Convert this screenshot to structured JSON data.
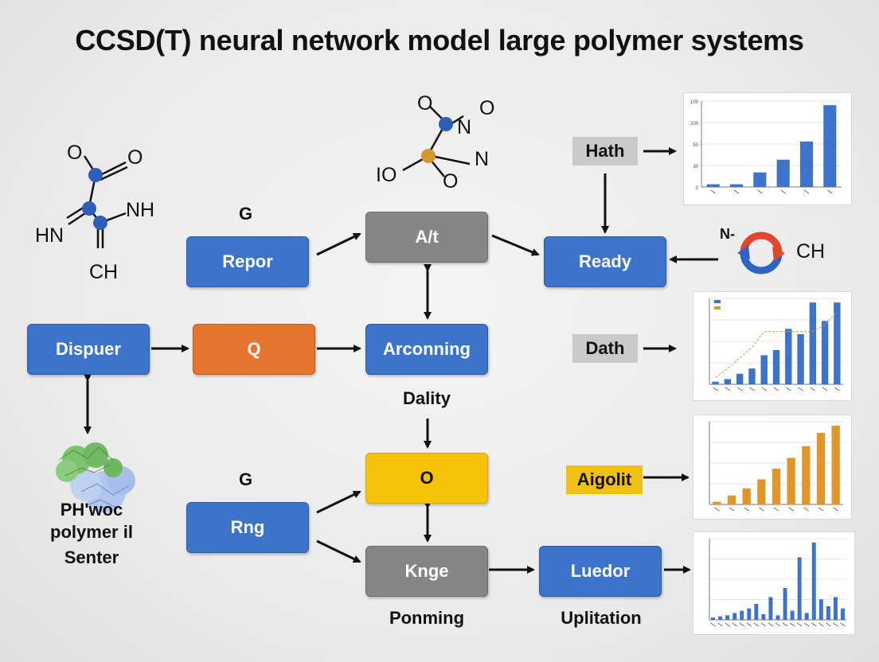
{
  "title": "CCSD(T) neural network model large polymer systems",
  "nodes": {
    "repor": "Repor",
    "at": "A/t",
    "ready": "Ready",
    "dispuer": "Dispuer",
    "q": "Q",
    "arconning": "Arconning",
    "o": "O",
    "rng": "Rng",
    "knge": "Knge",
    "luedor": "Luedor"
  },
  "tags": {
    "hath": "Hath",
    "dath": "Dath",
    "aigolit": "Aigolit"
  },
  "labels": {
    "dality": "Dality",
    "ponming": "Ponming",
    "uplitation": "Uplitation",
    "g_top": "G",
    "g_bottom": "G",
    "polymer_l1": "PH'woc",
    "polymer_l2": "polymer il",
    "polymer_l3": "Senter"
  },
  "molecule_left": {
    "o1": "O",
    "o2": "O",
    "nh": "NH",
    "hn": "HN",
    "ii": "II",
    "ch": "CH"
  },
  "molecule_top": {
    "o1": "O",
    "n1": "N",
    "o2": "O",
    "io": "IO",
    "n2": "N",
    "o3": "O"
  },
  "cycle": {
    "n": "N-",
    "ch": "CH"
  },
  "colors": {
    "blue": "#3d73c9",
    "gray": "#868686",
    "orange": "#e4742e",
    "yellow": "#f7c30a"
  },
  "chart_data": [
    {
      "type": "bar",
      "yticks": [
        "100",
        "200",
        "50",
        "30",
        "0"
      ],
      "values": [
        3,
        3,
        16,
        30,
        50,
        90
      ],
      "color": "#3d73c9"
    },
    {
      "type": "bar",
      "legend": [
        "",
        ""
      ],
      "values": [
        2,
        4,
        8,
        12,
        22,
        26,
        42,
        38,
        62,
        48,
        62
      ],
      "line": [
        5,
        12,
        20,
        28,
        40,
        40,
        40,
        40,
        40,
        45,
        55
      ],
      "color": "#3d73c9",
      "line_color": "#c9a13c"
    },
    {
      "type": "bar",
      "values": [
        3,
        10,
        18,
        28,
        40,
        52,
        65,
        80,
        88
      ],
      "color": "#e0962a"
    },
    {
      "type": "bar",
      "values": [
        2,
        3,
        4,
        6,
        8,
        10,
        14,
        5,
        20,
        4,
        28,
        8,
        55,
        6,
        68,
        18,
        12,
        20,
        10
      ],
      "color": "#3d73c9"
    }
  ]
}
